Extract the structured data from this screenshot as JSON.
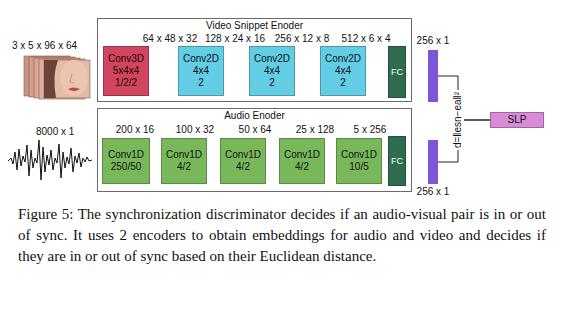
{
  "diagram": {
    "caption": "Figure 5: The synchronization discriminator decides if an audio-visual pair is in or out of sync. It uses 2 encoders to obtain embeddings for audio and video and decides if they are in or out of sync based on their Euclidean distance.",
    "nodes": [
      {
        "text": [
          "Video Snippet Enoder"
        ]
      },
      {
        "text": [
          "Conv3D",
          "5x4x4",
          "1/2/2"
        ],
        "in": 0
      },
      {
        "text": [
          "Conv2D",
          "4x4",
          "2"
        ],
        "in": 0
      },
      {
        "text": [
          "Conv2D",
          "4x4",
          "2"
        ],
        "in": 0
      },
      {
        "text": [
          "Conv2D",
          "4x4",
          "2"
        ],
        "in": 0
      },
      {
        "text": [
          "FC"
        ],
        "in": 0
      },
      {
        "text": [
          "256 x 1"
        ]
      },
      {
        "text": [
          "Audio Enoder"
        ]
      },
      {
        "text": [
          "Conv1D",
          "250/50"
        ],
        "in": 7
      },
      {
        "text": [
          "Conv1D",
          "4/2"
        ],
        "in": 7
      },
      {
        "text": [
          "Conv1D",
          "4/2"
        ],
        "in": 7
      },
      {
        "text": [
          "Conv1D",
          "4/2"
        ],
        "in": 7
      },
      {
        "text": [
          "Conv1D",
          "10/5"
        ],
        "in": 7
      },
      {
        "text": [
          "FC"
        ],
        "in": 7
      },
      {
        "text": [
          "256 x 1"
        ]
      },
      {
        "text": [
          "SLP"
        ]
      }
    ],
    "edges": [
      {
        "from": 6,
        "to": 15,
        "arrow": "none",
        "label": "d=‖esn−ea‖²"
      },
      {
        "from": 14,
        "to": 15,
        "arrow": "none"
      }
    ],
    "labels": [
      "3 x 5 x 96 x 64",
      "64 x 48 x 32",
      "128 x 24 x 16",
      "256 x 12 x 8",
      "512 x 6 x 4",
      "8000 x 1",
      "200 x 16",
      "100 x 32",
      "50 x 64",
      "25 x 128",
      "5 x 256"
    ]
  }
}
